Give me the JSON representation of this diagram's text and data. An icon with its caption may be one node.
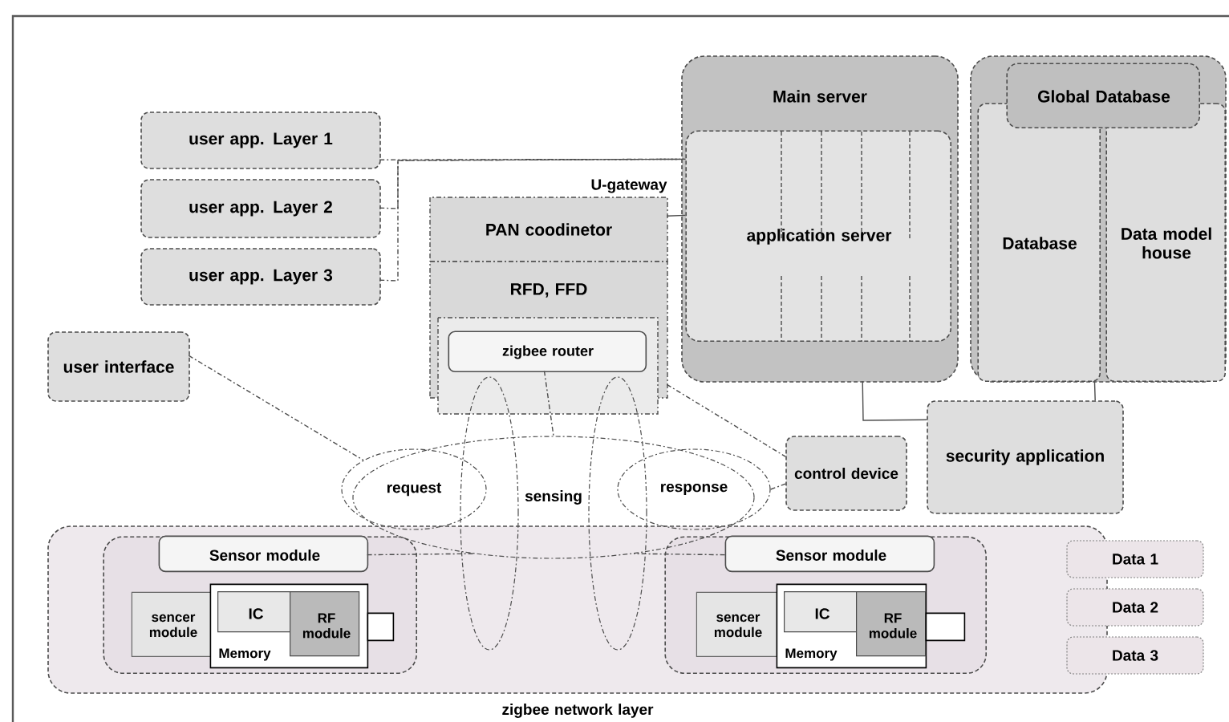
{
  "diagram": {
    "nodes": [
      {
        "text": [
          "user app. Layer 1"
        ]
      },
      {
        "text": [
          "user app. Layer 2"
        ]
      },
      {
        "text": [
          "user app. Layer 3"
        ]
      },
      {
        "text": [
          "PAN coodinetor"
        ]
      },
      {
        "text": [
          "RFD, FFD"
        ]
      },
      {
        "text": [
          "zigbee router"
        ],
        "in": 4
      },
      {
        "text": [
          "Main server"
        ]
      },
      {
        "text": [
          "application server"
        ],
        "in": 6
      },
      {
        "text": [],
        "shape": "box"
      },
      {
        "text": [
          "Global Database"
        ],
        "in": 8
      },
      {
        "text": [
          "Database"
        ],
        "in": 8
      },
      {
        "text": [
          "Data model house"
        ],
        "in": 8
      },
      {
        "text": [
          "security application"
        ]
      },
      {
        "text": [
          "control device"
        ]
      },
      {
        "text": [
          "user interface"
        ]
      },
      {
        "text": [
          "request"
        ]
      },
      {
        "text": [
          "sensing"
        ]
      },
      {
        "text": [
          "response"
        ]
      },
      {
        "text": [
          "zigbee network layer"
        ]
      },
      {
        "text": [],
        "shape": "box",
        "in": 18
      },
      {
        "text": [
          "Sensor module"
        ],
        "in": 19
      },
      {
        "text": [
          "sencer module"
        ],
        "in": 19
      },
      {
        "text": [
          "Memory"
        ],
        "in": 19
      },
      {
        "text": [
          "IC"
        ],
        "in": 22
      },
      {
        "text": [
          "RF module"
        ],
        "in": 22
      },
      {
        "text": [],
        "shape": "box",
        "in": 19
      },
      {
        "text": [],
        "shape": "box",
        "in": 18
      },
      {
        "text": [
          "Sensor module"
        ],
        "in": 26
      },
      {
        "text": [
          "sencer module"
        ],
        "in": 26
      },
      {
        "text": [
          "Memory"
        ],
        "in": 26
      },
      {
        "text": [
          "IC"
        ],
        "in": 29
      },
      {
        "text": [
          "RF module"
        ],
        "in": 29
      },
      {
        "text": [],
        "shape": "box",
        "in": 26
      },
      {
        "text": [
          "Data 1"
        ]
      },
      {
        "text": [
          "Data 2"
        ]
      },
      {
        "text": [
          "Data 3"
        ]
      },
      {
        "text": [],
        "shape": "ellipse"
      },
      {
        "text": [],
        "shape": "ellipse"
      }
    ],
    "edges": [
      {
        "from": 0,
        "to": 7,
        "arrow": "none",
        "style": "dashed"
      },
      {
        "from": 1,
        "to": 7,
        "arrow": "none",
        "style": "dashed"
      },
      {
        "from": 2,
        "to": 7,
        "arrow": "none",
        "style": "dashed"
      },
      {
        "from": 3,
        "to": 7,
        "arrow": "none"
      },
      {
        "from": 6,
        "to": 12,
        "arrow": "none"
      },
      {
        "from": 10,
        "to": 12,
        "arrow": "none"
      },
      {
        "from": 14,
        "to": 15,
        "arrow": "none",
        "style": "dashed"
      },
      {
        "from": 4,
        "to": 13,
        "arrow": "none",
        "style": "dashed"
      },
      {
        "from": 17,
        "to": 13,
        "arrow": "none",
        "style": "dashed"
      },
      {
        "from": 5,
        "to": 16,
        "arrow": "none",
        "style": "dashed"
      },
      {
        "from": 20,
        "to": 16,
        "arrow": "none",
        "style": "dashed"
      },
      {
        "from": 27,
        "to": 16,
        "arrow": "none",
        "style": "dashed"
      }
    ],
    "labels": [
      "U-gateway"
    ]
  }
}
